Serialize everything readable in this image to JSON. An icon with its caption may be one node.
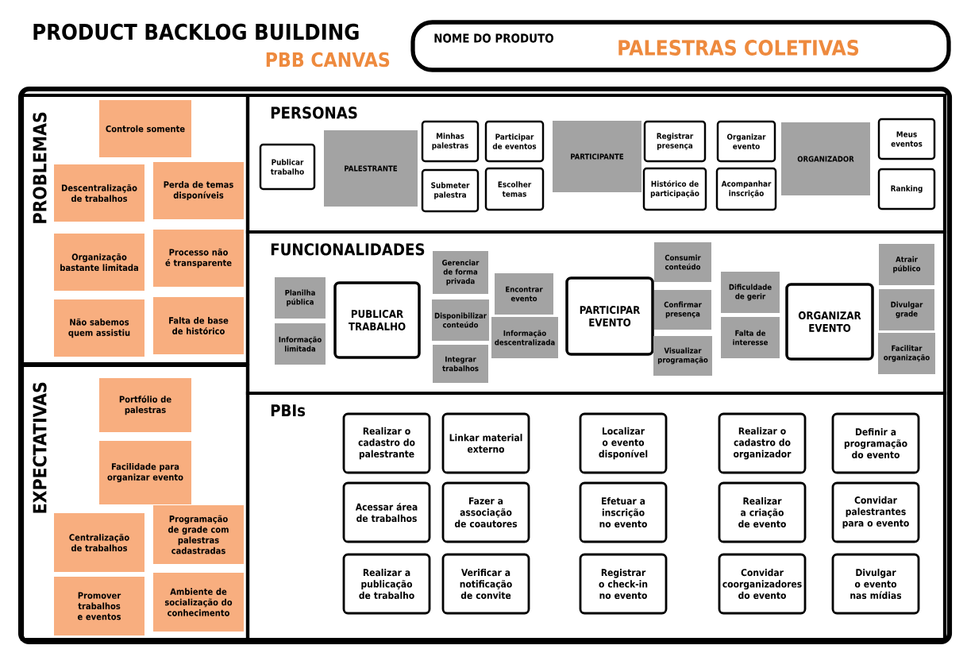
{
  "diagram": {
    "title": "PRODUCT BACKLOG BUILDING",
    "labels": [
      "PBB CANVAS"
    ],
    "nodes": [
      {
        "text": [
          "NOME DO PRODUTO",
          "PALESTRAS COLETIVAS"
        ]
      },
      {
        "text": [
          "PROBLEMAS"
        ]
      },
      {
        "text": [
          "Controle somente"
        ],
        "in": 1
      },
      {
        "text": [
          "Descentralização de trabalhos"
        ],
        "in": 1
      },
      {
        "text": [
          "Perda de temas disponíveis"
        ],
        "in": 1
      },
      {
        "text": [
          "Organização bastante limitada"
        ],
        "in": 1
      },
      {
        "text": [
          "Processo não é transparente"
        ],
        "in": 1
      },
      {
        "text": [
          "Não sabemos quem assistiu"
        ],
        "in": 1
      },
      {
        "text": [
          "Falta de base de histórico"
        ],
        "in": 1
      },
      {
        "text": [
          "EXPECTATIVAS"
        ]
      },
      {
        "text": [
          "Portfólio de palestras"
        ],
        "in": 9
      },
      {
        "text": [
          "Facilidade para organizar evento"
        ],
        "in": 9
      },
      {
        "text": [
          "Centralização de trabalhos"
        ],
        "in": 9
      },
      {
        "text": [
          "Programação de grade com palestras cadastradas"
        ],
        "in": 9
      },
      {
        "text": [
          "Promover trabalhos e eventos"
        ],
        "in": 9
      },
      {
        "text": [
          "Ambiente de socialização do conhecimento"
        ],
        "in": 9
      },
      {
        "text": [
          "PERSONAS"
        ]
      },
      {
        "text": [
          "Publicar trabalho"
        ],
        "in": 16
      },
      {
        "text": [
          "PALESTRANTE"
        ],
        "in": 16
      },
      {
        "text": [
          "Minhas palestras"
        ],
        "in": 16
      },
      {
        "text": [
          "Submeter palestra"
        ],
        "in": 16
      },
      {
        "text": [
          "Participar de eventos"
        ],
        "in": 16
      },
      {
        "text": [
          "Escolher temas"
        ],
        "in": 16
      },
      {
        "text": [
          "PARTICIPANTE"
        ],
        "in": 16
      },
      {
        "text": [
          "Registrar presença"
        ],
        "in": 16
      },
      {
        "text": [
          "Histórico de participação"
        ],
        "in": 16
      },
      {
        "text": [
          "Organizar evento"
        ],
        "in": 16
      },
      {
        "text": [
          "Acompanhar inscrição"
        ],
        "in": 16
      },
      {
        "text": [
          "ORGANIZADOR"
        ],
        "in": 16
      },
      {
        "text": [
          "Meus eventos"
        ],
        "in": 16
      },
      {
        "text": [
          "Ranking"
        ],
        "in": 16
      },
      {
        "text": [
          "FUNCIONALIDADES"
        ]
      },
      {
        "text": [
          "Planilha pública"
        ],
        "in": 31
      },
      {
        "text": [
          "Informação limitada"
        ],
        "in": 31
      },
      {
        "text": [
          "PUBLICAR TRABALHO"
        ],
        "in": 31
      },
      {
        "text": [
          "Gerenciar de forma privada"
        ],
        "in": 31
      },
      {
        "text": [
          "Disponibilizar conteúdo"
        ],
        "in": 31
      },
      {
        "text": [
          "Integrar trabalhos"
        ],
        "in": 31
      },
      {
        "text": [
          "Encontrar evento"
        ],
        "in": 31
      },
      {
        "text": [
          "Informação descentralizada"
        ],
        "in": 31
      },
      {
        "text": [
          "PARTICIPAR EVENTO"
        ],
        "in": 31
      },
      {
        "text": [
          "Consumir conteúdo"
        ],
        "in": 31
      },
      {
        "text": [
          "Confirmar presença"
        ],
        "in": 31
      },
      {
        "text": [
          "Visualizar programação"
        ],
        "in": 31
      },
      {
        "text": [
          "Dificuldade de gerir"
        ],
        "in": 31
      },
      {
        "text": [
          "Falta de interesse"
        ],
        "in": 31
      },
      {
        "text": [
          "ORGANIZAR EVENTO"
        ],
        "in": 31
      },
      {
        "text": [
          "Atrair público"
        ],
        "in": 31
      },
      {
        "text": [
          "Divulgar grade"
        ],
        "in": 31
      },
      {
        "text": [
          "Facilitar organização"
        ],
        "in": 31
      },
      {
        "text": [
          "PBIs"
        ]
      },
      {
        "text": [
          "Realizar o cadastro do palestrante"
        ],
        "in": 50
      },
      {
        "text": [
          "Linkar material externo"
        ],
        "in": 50
      },
      {
        "text": [
          "Localizar o evento disponível"
        ],
        "in": 50
      },
      {
        "text": [
          "Realizar o cadastro do organizador"
        ],
        "in": 50
      },
      {
        "text": [
          "Definir a programação do evento"
        ],
        "in": 50
      },
      {
        "text": [
          "Acessar área de trabalhos"
        ],
        "in": 50
      },
      {
        "text": [
          "Fazer a associação de coautores"
        ],
        "in": 50
      },
      {
        "text": [
          "Efetuar a inscrição no evento"
        ],
        "in": 50
      },
      {
        "text": [
          "Realizar a criação de evento"
        ],
        "in": 50
      },
      {
        "text": [
          "Convidar palestrantes para o evento"
        ],
        "in": 50
      },
      {
        "text": [
          "Realizar a publicação de trabalho"
        ],
        "in": 50
      },
      {
        "text": [
          "Verificar a notificação de convite"
        ],
        "in": 50
      },
      {
        "text": [
          "Registrar o check-in no evento"
        ],
        "in": 50
      },
      {
        "text": [
          "Convidar coorganizadores do evento"
        ],
        "in": 50
      },
      {
        "text": [
          "Divulgar o evento nas mídias"
        ],
        "in": 50
      }
    ]
  }
}
